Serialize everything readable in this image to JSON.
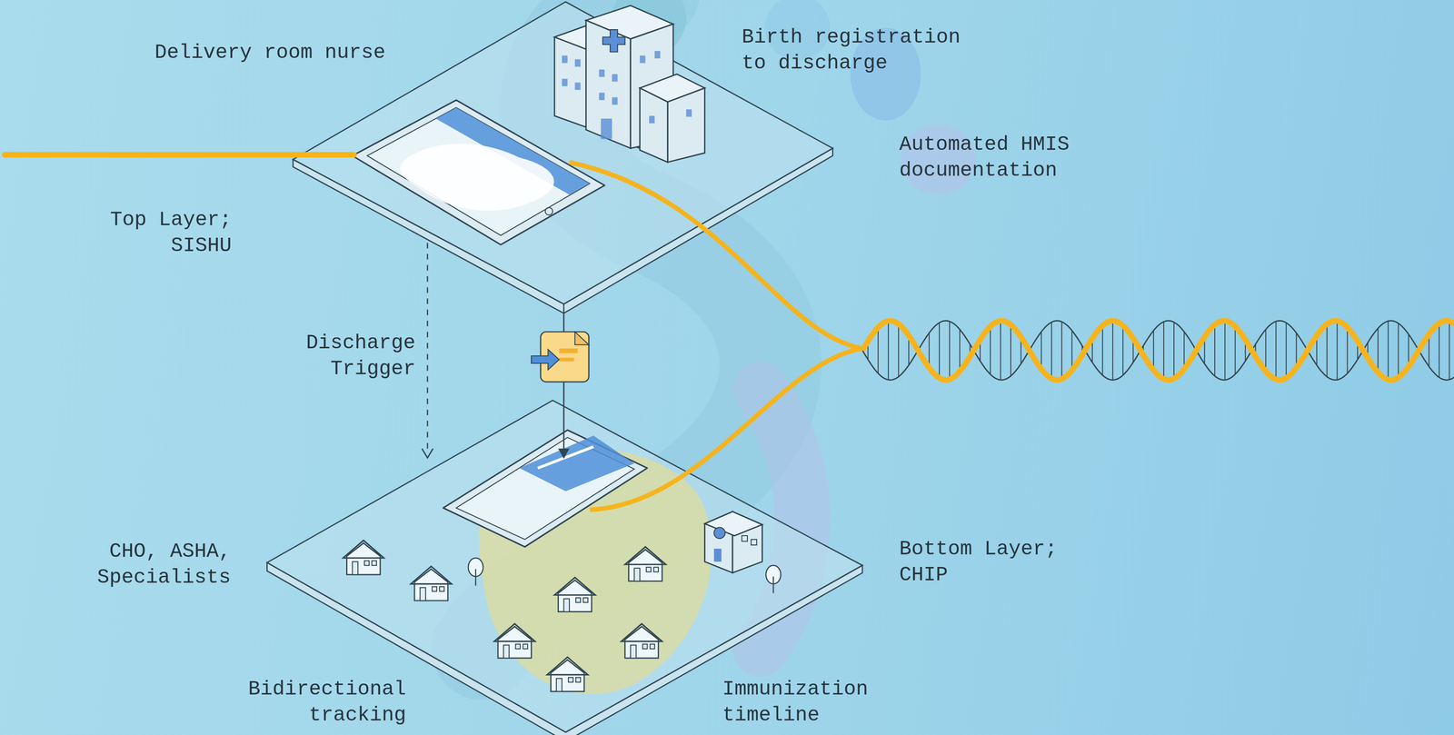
{
  "diagram": {
    "labels": [
      "Delivery room nurse",
      "Birth registration to discharge",
      "Automated HMIS documentation",
      "Top Layer; SISHU",
      "Discharge Trigger",
      "CHO, ASHA, Specialists",
      "Bottom Layer; CHIP",
      "Bidirectional tracking",
      "Immunization timeline"
    ]
  }
}
